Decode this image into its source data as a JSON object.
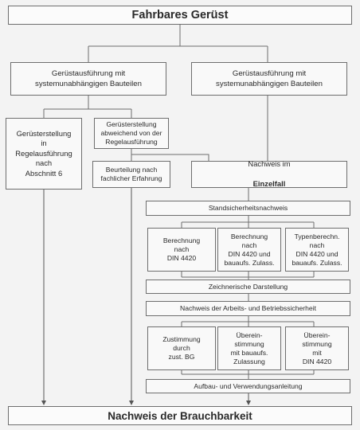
{
  "title": "Fahrbares Gerüst",
  "branch_left": "Gerüstausführung mit\nsystemunabhängigen Bauteilen",
  "branch_right": "Gerüstausführung mit\nsystemunabhängigen Bauteilen",
  "regel": "Gerüsterstellung\nin\nRegelausführung\nnach\nAbschnitt 6",
  "abweichend": "Gerüsterstellung\nabweichend von der\nRegelausführung",
  "beurteilung": "Beurteilung nach\nfachlicher Erfahrung",
  "nachweis_einzelfall": {
    "line1": "Nachweis im",
    "line2": "Einzelfall"
  },
  "standsicherheit": "Standsicherheitsnachweis",
  "berechnung_1": "Berechnung\nnach\nDIN 4420",
  "berechnung_2": "Berechnung\nnach\nDIN 4420 und\nbauaufs. Zulass.",
  "berechnung_3": "Typenberechn.\nnach\nDIN 4420 und\nbauaufs. Zulass.",
  "zeichnerisch": "Zeichnerische Darstellung",
  "arbeitssicherheit": "Nachweis der Arbeits- und Betriebssicherheit",
  "zustimmung": "Zustimmung\ndurch\nzust. BG",
  "uebereinstimmung_1": "Überein-\nstimmung\nmit bauaufs.\nZulassung",
  "uebereinstimmung_2": "Überein-\nstimmung\nmit\nDIN 4420",
  "aufbau": "Aufbau- und Verwendungsanleitung",
  "result": "Nachweis der Brauchbarkeit"
}
